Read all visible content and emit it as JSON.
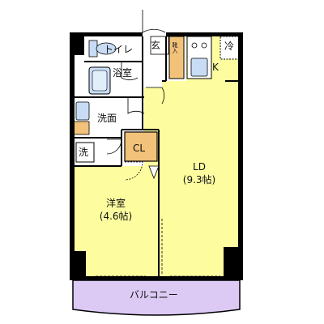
{
  "rooms": {
    "toilet": "トイレ",
    "entrance": "玄",
    "bath": "浴室",
    "washroom": "洗面",
    "closet": "CL",
    "washer": "洗",
    "ld": {
      "name": "LD",
      "size": "(9.3帖)"
    },
    "western": {
      "name": "洋室",
      "size": "(4.6帖)"
    },
    "kitchen": "K",
    "fridge": "冷",
    "shoe_storage": "靴入",
    "balcony": "バルコニー"
  },
  "colors": {
    "floor": "#fdfda0",
    "floor_dark": "#f6f690",
    "wet_area": "#ffffff",
    "closet_floor": "#f2c27a",
    "wall": "#000000",
    "balcony": "#dccaf5",
    "fixture_blue": "#c8dcf5"
  }
}
